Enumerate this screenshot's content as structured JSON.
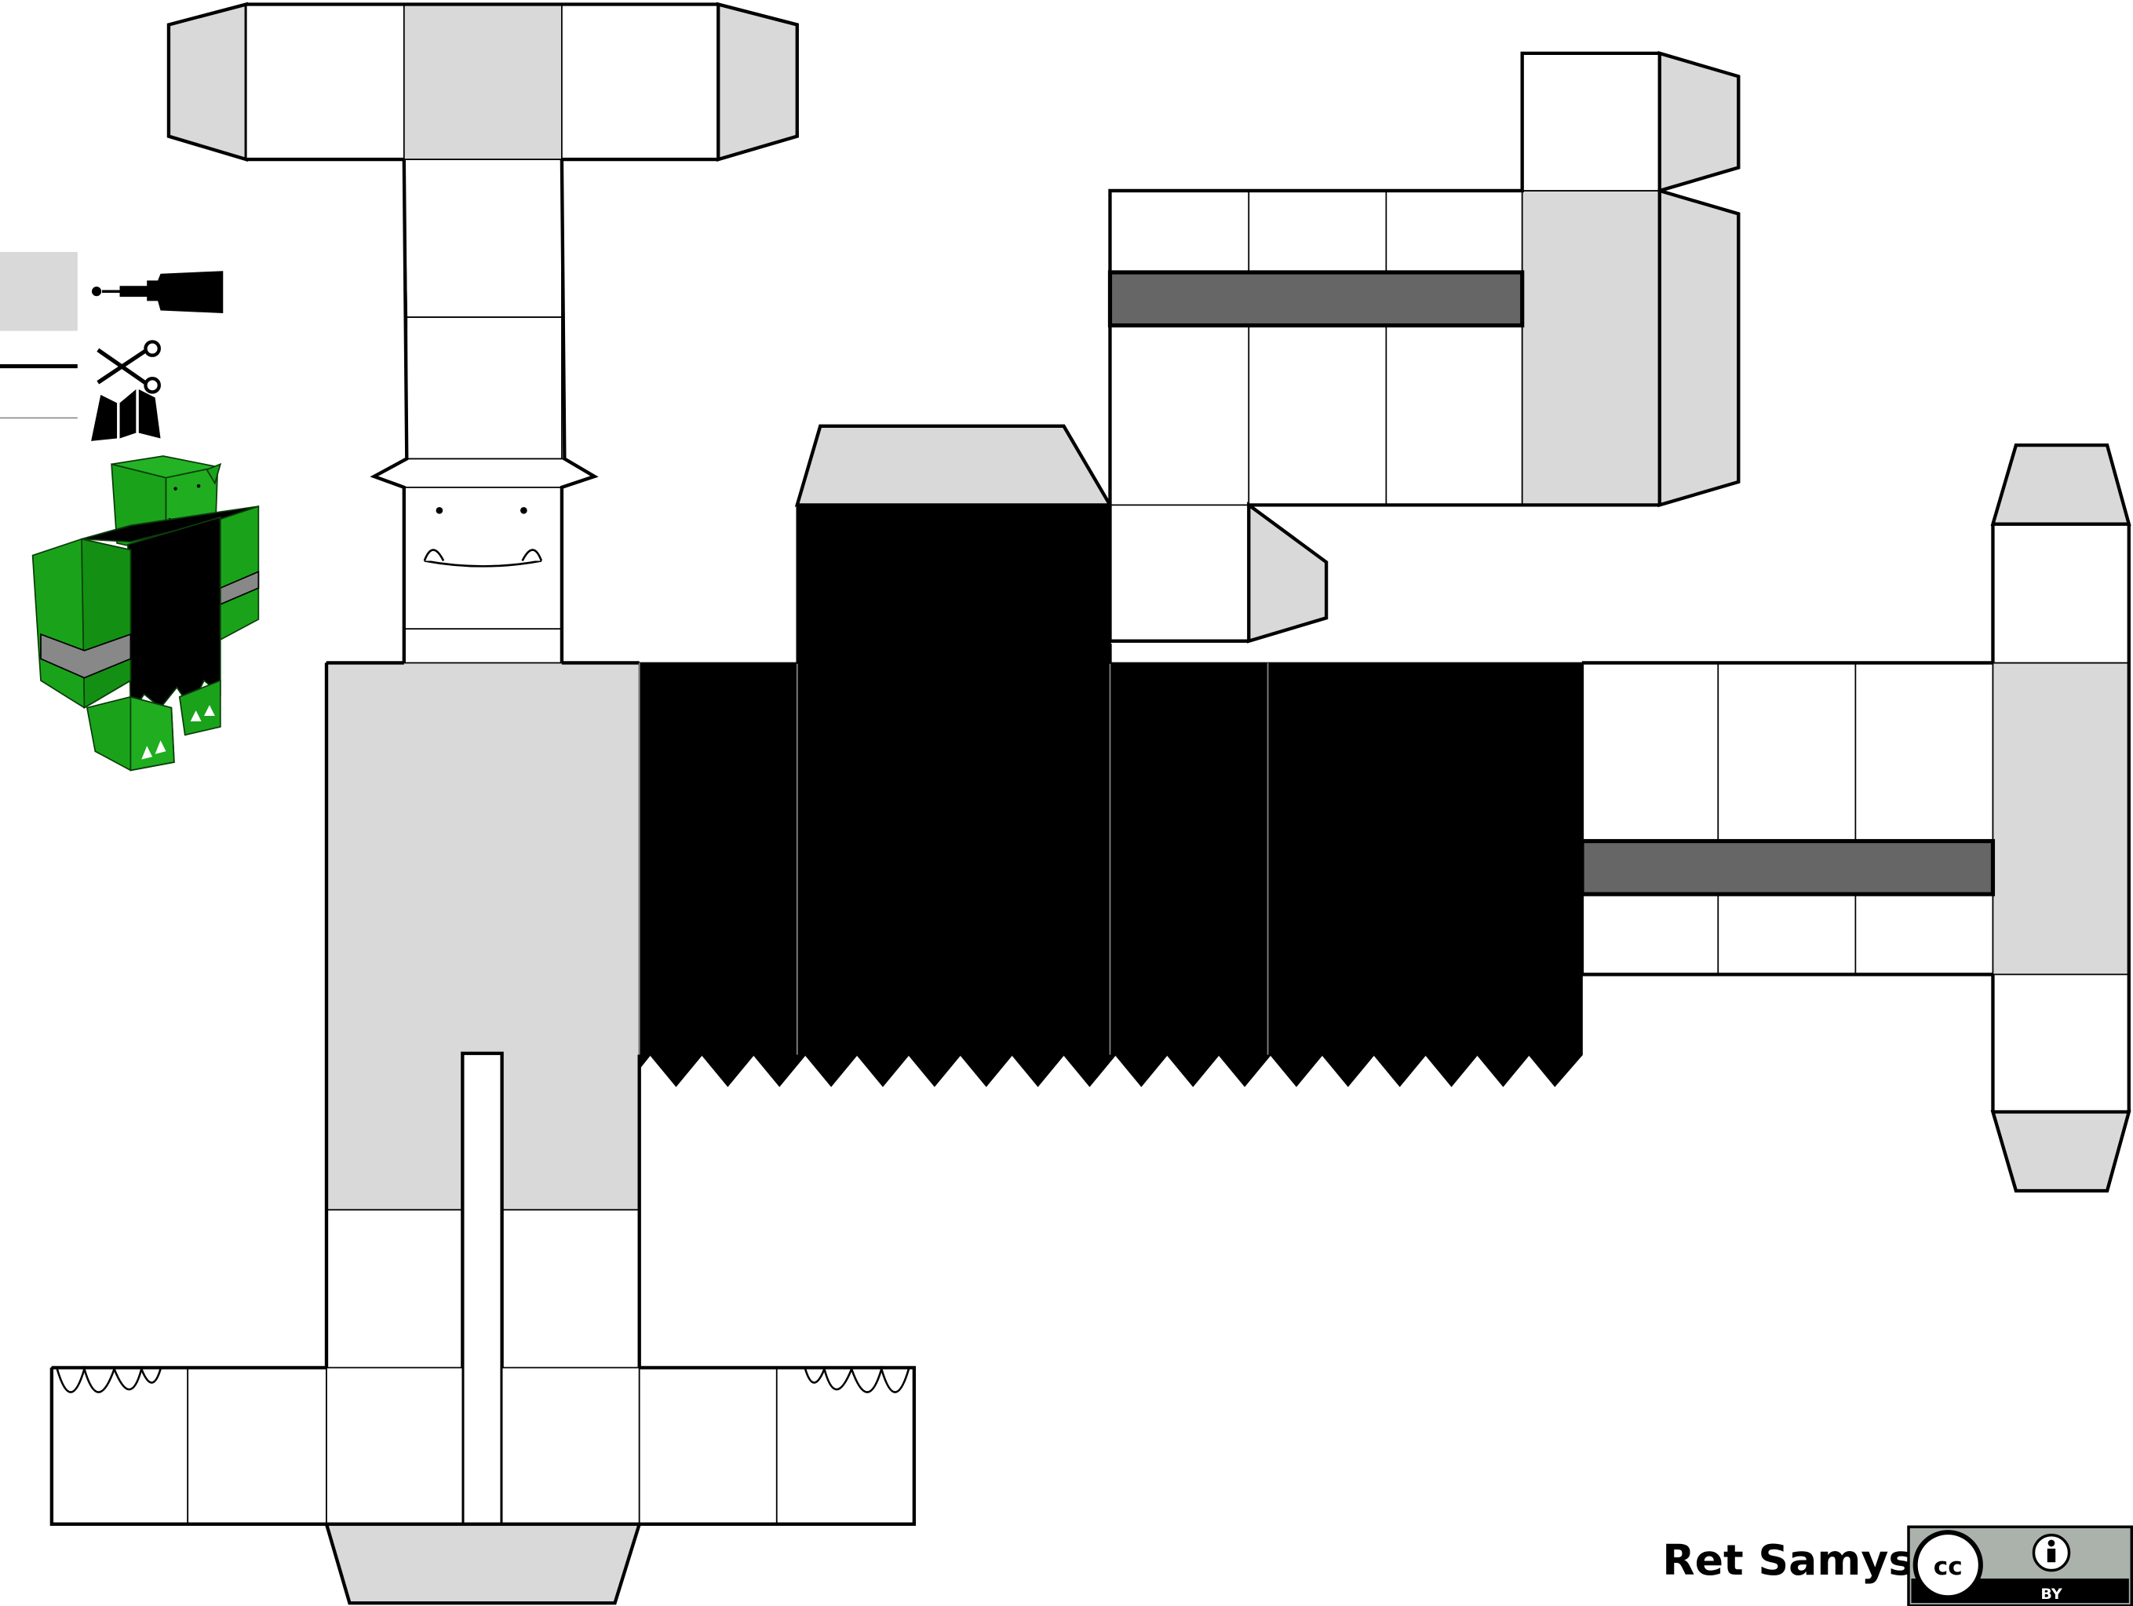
{
  "author": "Ret Samys",
  "license": {
    "badge_text": "cc",
    "badge_label": "BY"
  },
  "legend": {
    "items": [
      {
        "symbol": "glue-area-swatch",
        "icon": "glue-tube-icon"
      },
      {
        "symbol": "cut-line-thick",
        "icon": "scissors-icon"
      },
      {
        "symbol": "fold-line-thin",
        "icon": "fold-icon"
      }
    ]
  },
  "colors": {
    "paper": "#ffffff",
    "glue_tab": "#d9d9d9",
    "belt": "#666666",
    "cloth": "#000000",
    "skin": "#1aa31a",
    "skin_dark": "#0e7a0e",
    "outline": "#000000"
  }
}
